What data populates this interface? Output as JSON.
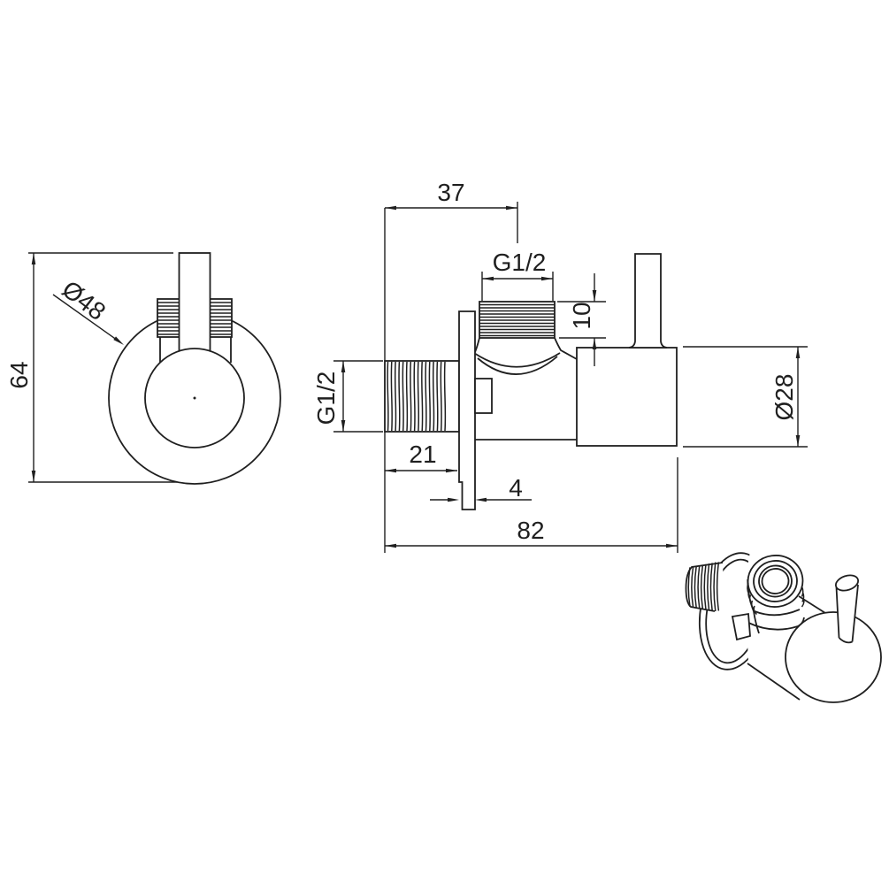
{
  "drawing_title": "angle valve technical drawing",
  "colors": {
    "line": "#1f1f1f",
    "background": "#ffffff"
  },
  "views": {
    "front": {
      "flange_diameter": "Ø48",
      "height": "64"
    },
    "section": {
      "outlet_offset": "37",
      "outlet_thread": "G1/2",
      "outlet_thread_height": "10",
      "inlet_thread": "G1/2",
      "inlet_thread_length": "21",
      "plate_thickness": "4",
      "overall_length": "82",
      "body_diameter": "Ø28"
    }
  }
}
